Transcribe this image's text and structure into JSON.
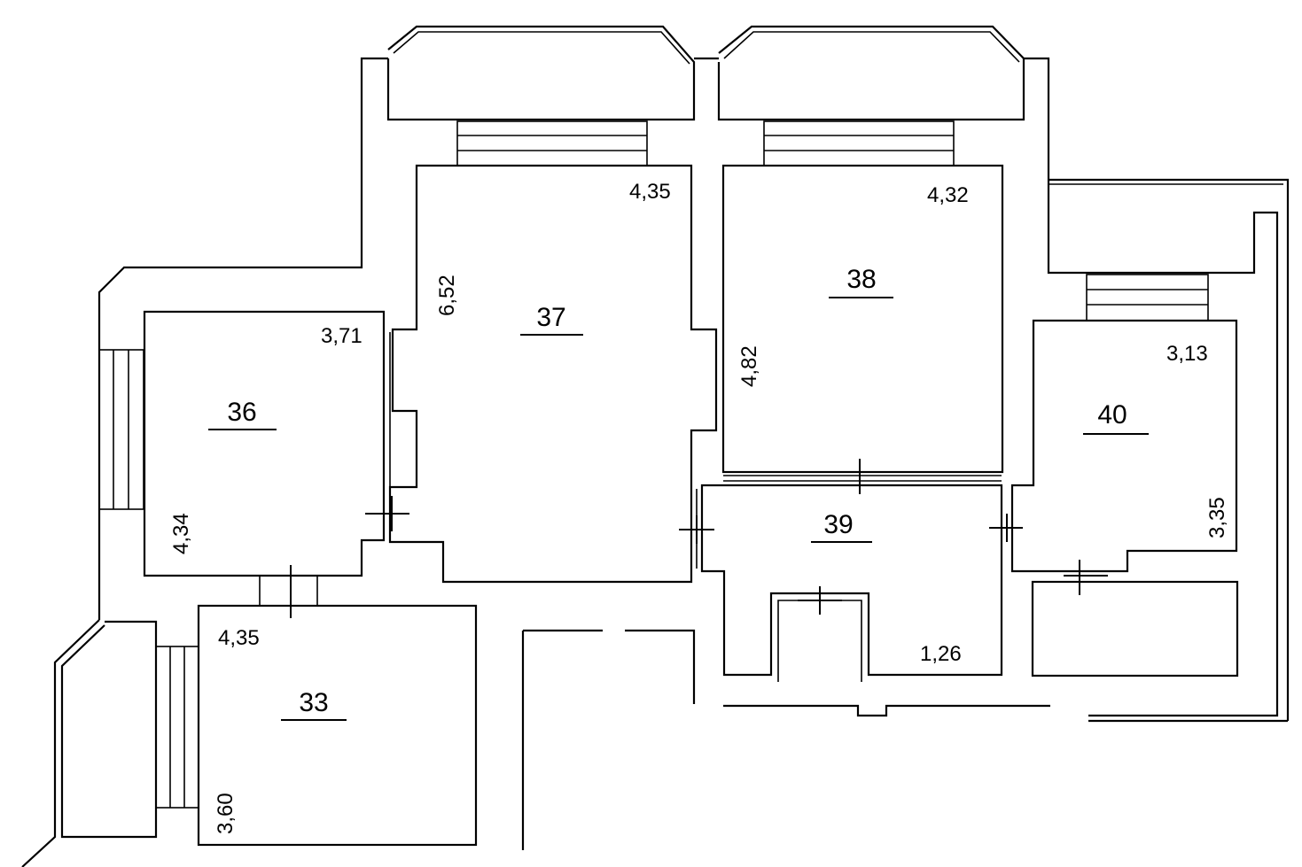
{
  "rooms": [
    {
      "id": "33",
      "label": "33",
      "dims": [
        "4,35",
        "3,60"
      ]
    },
    {
      "id": "36",
      "label": "36",
      "dims": [
        "3,71",
        "4,34"
      ]
    },
    {
      "id": "37",
      "label": "37",
      "dims": [
        "4,35",
        "6,52"
      ]
    },
    {
      "id": "38",
      "label": "38",
      "dims": [
        "4,32",
        "4,82"
      ]
    },
    {
      "id": "39",
      "label": "39",
      "dims": [
        "1,26"
      ]
    },
    {
      "id": "40",
      "label": "40",
      "dims": [
        "3,13",
        "3,35"
      ]
    }
  ]
}
